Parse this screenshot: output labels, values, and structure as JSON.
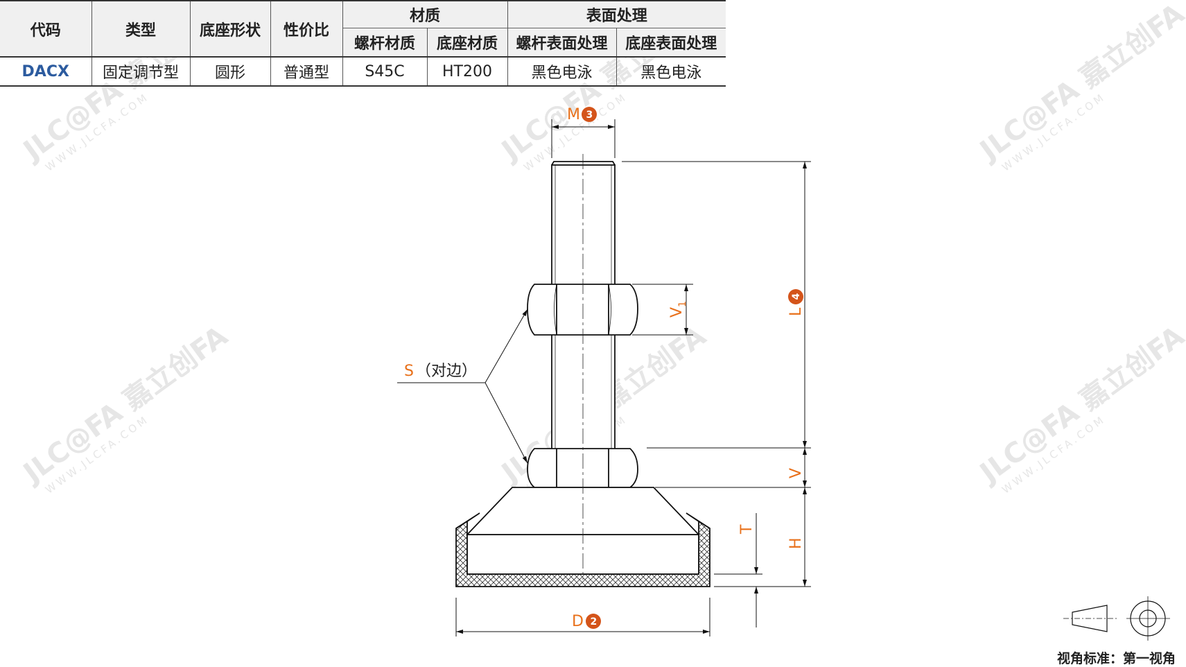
{
  "table": {
    "headers_row1": {
      "code": "代码",
      "type": "类型",
      "base_shape": "底座形状",
      "value": "性价比",
      "material": "材质",
      "surface": "表面处理"
    },
    "headers_row2": {
      "screw_material": "螺杆材质",
      "base_material": "底座材质",
      "screw_surface": "螺杆表面处理",
      "base_surface": "底座表面处理"
    },
    "row": {
      "code": "DACX",
      "type": "固定调节型",
      "base_shape": "圆形",
      "value": "普通型",
      "screw_material": "S45C",
      "base_material": "HT200",
      "screw_surface": "黑色电泳",
      "base_surface": "黑色电泳"
    }
  },
  "watermark": {
    "brand": "JLC@FA 嘉立创FA",
    "url": "WWW.JLCFA.COM"
  },
  "drawing": {
    "dim_m": {
      "letter": "M",
      "tag": "3"
    },
    "dim_l": {
      "letter": "L",
      "tag": "4"
    },
    "dim_d": {
      "letter": "D",
      "tag": "2"
    },
    "dim_v1": {
      "letter": "V",
      "sub": "1"
    },
    "dim_v": "V",
    "dim_h": "H",
    "dim_t": "T",
    "s_label": {
      "letter": "S",
      "note": "（对边）"
    }
  },
  "view_standard": "视角标准：第一视角",
  "colors": {
    "dimension_orange": "#e8701a",
    "tag_red": "#d4541a",
    "code_blue": "#2c5b9f",
    "header_gray": "#f0f0f0"
  }
}
